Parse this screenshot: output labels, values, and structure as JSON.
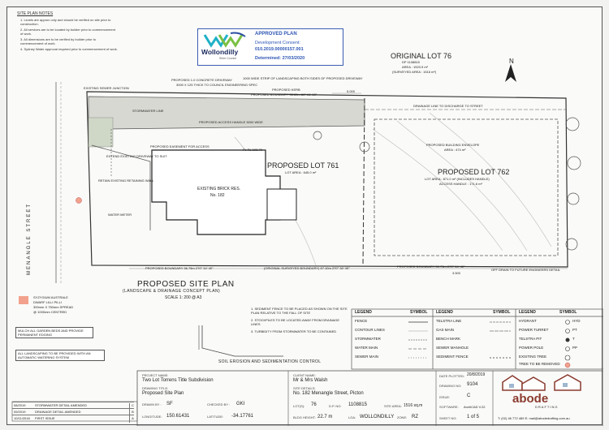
{
  "notes": {
    "heading": "SITE PLAN NOTES",
    "items": [
      "1. Levels are approx only and should be verified on site prior to construction.",
      "2. All services are to be located by builder prior to commencement of work.",
      "3. All dimensions are to be verified by builder prior to commencement of work.",
      "4. Sydney Water approval required prior to commencement of work."
    ]
  },
  "stamp": {
    "title": "APPROVED PLAN",
    "consent_label": "Development Consent:",
    "consent_number": "010.2019.00000157.001",
    "determined": "Determined: 27/03/2020",
    "logo_text": "Wollondilly",
    "logo_sub": "Shire Council"
  },
  "original_lot": {
    "title": "ORIGINAL LOT 76",
    "dp": "DP 1108815",
    "area": "AREA : 1523.9 m²",
    "surveyed_area": "(SURVEYED AREA : 1516 m²)"
  },
  "north": "N",
  "plan_labels": {
    "concrete_driveway": "PROPOSED 1.0 CONCRETE DRIVEWAY",
    "concrete_driveway_sub": "3000 X 125 THICK TO COUNCIL ENGINEERING SPEC",
    "landscaping_strip": "1000 WIDE STRIP OF LANDSCAPING BOTH SIDES OF PROPOSED DRIVEWAY",
    "proposed_kerb": "PROPOSED KERB",
    "stormwater_line": "STORMWATER LINE",
    "access_handle": "PROPOSED ACCESS HANDLE 5000 WIDE",
    "easement": "PROPOSED EASEMENT FOR ACCESS",
    "drainage_line": "DRAINAGE LINE TO DISCHARGE TO STREET",
    "building_envelope": "PROPOSED BUILDING ENVELOPE",
    "building_envelope_area": "AREA : 474 m²",
    "existing_house": "EXISTING BRICK RES.",
    "existing_house_no": "No. 182",
    "lot761": "PROPOSED LOT 761",
    "lot761_area": "LOT AREA : 645.0 m²",
    "lot762": "PROPOSED LOT 762",
    "lot762_area": "LOT AREA : 871.0 m² (INCLUDES HANDLE)",
    "lot762_handle": "ACCESS HANDLE : 171.6 m²",
    "existing_driveway": "EXTEND EXISTING DRIVEWAY TO SUIT",
    "retain_wall": "RETAIN EXISTING RETAINING WALL",
    "water_meter": "WATER METER",
    "existing_sewer": "EXISTING SEWER JUNCTION",
    "street": "MENANGLE STREET",
    "boundary_top": "PROPOSED BOUNDARY  38.80m  80° 01' 00\"",
    "boundary_bottom": "PROPOSED BOUNDARY  36.75m  270° 34' 40\"",
    "surveyed_boundary": "(ORIGINAL SURVEYED BOUNDARY) 67.10m  270° 34' 40\"",
    "boundary_lot762_bottom": "PROPOSED BOUNDARY  30.73m  270° 34' 40\"",
    "off_drain": "OFF DRAIN TO FUTURE ENGINEERS DETAIL",
    "fl_rl": "FL RL 102.70",
    "dim_5000": "5.000",
    "dim_3500": "3.500"
  },
  "titles": {
    "main": "PROPOSED SITE PLAN",
    "sub": "(LANDSCAPE & DRAINAGE CONCEPT PLAN)",
    "scale": "SCALE 1: 200 @ A3",
    "erosion": "SOIL EROSION AND SEDIMENTATION CONTROL"
  },
  "tree_note": {
    "species": "SYZYGIUM AUSTRALE",
    "cultivar": "DWARF LILLI PILLI",
    "spec": "300mm X 750mm SPREAD",
    "pot": "@ 1000mm CENTRED"
  },
  "side_notes": [
    "MULCH ALL GARDEN BEDS AND PROVIDE PERMANENT EDGING",
    "ALL LANDSCAPING TO BE PROVIDED WITH AN AUTOMATIC WATERING SYSTEM"
  ],
  "sediment_notes": [
    "1. SEDIMENT FENCE TO BE PLACED AS SHOWN ON THE SITE PLAN RELATIVE TO THE FALL OF SITE",
    "2. STOCKPILES TO BE LOCATED AWAY FROM DRAINAGE LINES",
    "3. TURBIDITY FROM STORMWATER TO BE CONTAINED"
  ],
  "legend": {
    "columns": [
      {
        "heading": "LEGEND",
        "symbol_heading": "SYMBOL",
        "items": [
          "FENCE",
          "CONTOUR LINES",
          "STORMWATER",
          "WATER MAIN",
          "SEWER MAIN"
        ]
      },
      {
        "heading": "LEGEND",
        "symbol_heading": "SYMBOL",
        "items": [
          "TELSTRA LINE",
          "GAS MAIN",
          "BENCH MARK",
          "SEWER MANHOLE",
          "SEDIMENT FENCE"
        ]
      },
      {
        "heading": "LEGEND",
        "symbol_heading": "SYMBOL",
        "items": [
          "HYDRANT",
          "POWER TURRET",
          "TELSTRA PIT",
          "POWER POLE",
          "EXISTING TREE",
          "TREE TO BE REMOVED"
        ],
        "codes": [
          "HYD",
          "PT",
          "T",
          "PP",
          "",
          ""
        ]
      }
    ]
  },
  "revisions": [
    {
      "date": "08/2019",
      "desc": "STORMWATER DETAIL AMENDED",
      "code": "C"
    },
    {
      "date": "09/2019",
      "desc": "DRAINAGE DETAIL AMENDED",
      "code": "B"
    },
    {
      "date": "10/11/2018",
      "desc": "FIRST ISSUE",
      "code": "A"
    }
  ],
  "title_block": {
    "project_label": "PROJECT NAME:",
    "project": "Two Lot Torrens Title Subdivision",
    "drawing_label": "DRAWING TITLE:",
    "drawing": "Proposed Site Plan",
    "drawn_label": "DRAWN BY :",
    "drawn": "SF",
    "checked_label": "CHECKED BY :",
    "checked": "GKI",
    "longitude_label": "LONGITUDE:",
    "longitude": "150.61431",
    "latitude_label": "LATITUDE:",
    "latitude": "-34.17761",
    "client_label": "CLIENT NAME:",
    "client": "Mr & Mrs Walsh",
    "site_label": "SITE DETAILS:",
    "site": "No. 182 Menangle Street, Picton",
    "lot_label": "LOT(S):",
    "lot": "76",
    "dp_label": "D.P. NO:",
    "dp": "1108815",
    "site_area_label": "SITE AREA:",
    "site_area": "1516 sq.m",
    "height_label": "BLDG HEIGHT:",
    "height": "22.7 m",
    "lga_label": "LGA:",
    "lga": "WOLLONDILLY",
    "zone_label": "ZONE:",
    "zone": "RZ",
    "date_label": "DATE PLOTTED:",
    "date": "20/8/2019",
    "drawing_no_label": "DRAWING NO:",
    "drawing_no": "9104",
    "issue_label": "ISSUE:",
    "issue": "C",
    "software_label": "SOFTWARE:",
    "software": "ArchiCAD V.22",
    "sheet_label": "SHEET NO:",
    "sheet": "1 of 5"
  },
  "company": {
    "name": "abode",
    "tag": "DRAFTING",
    "contact": "T: (02) 46 772 489  E: mail@abodedrafting.com.au"
  }
}
